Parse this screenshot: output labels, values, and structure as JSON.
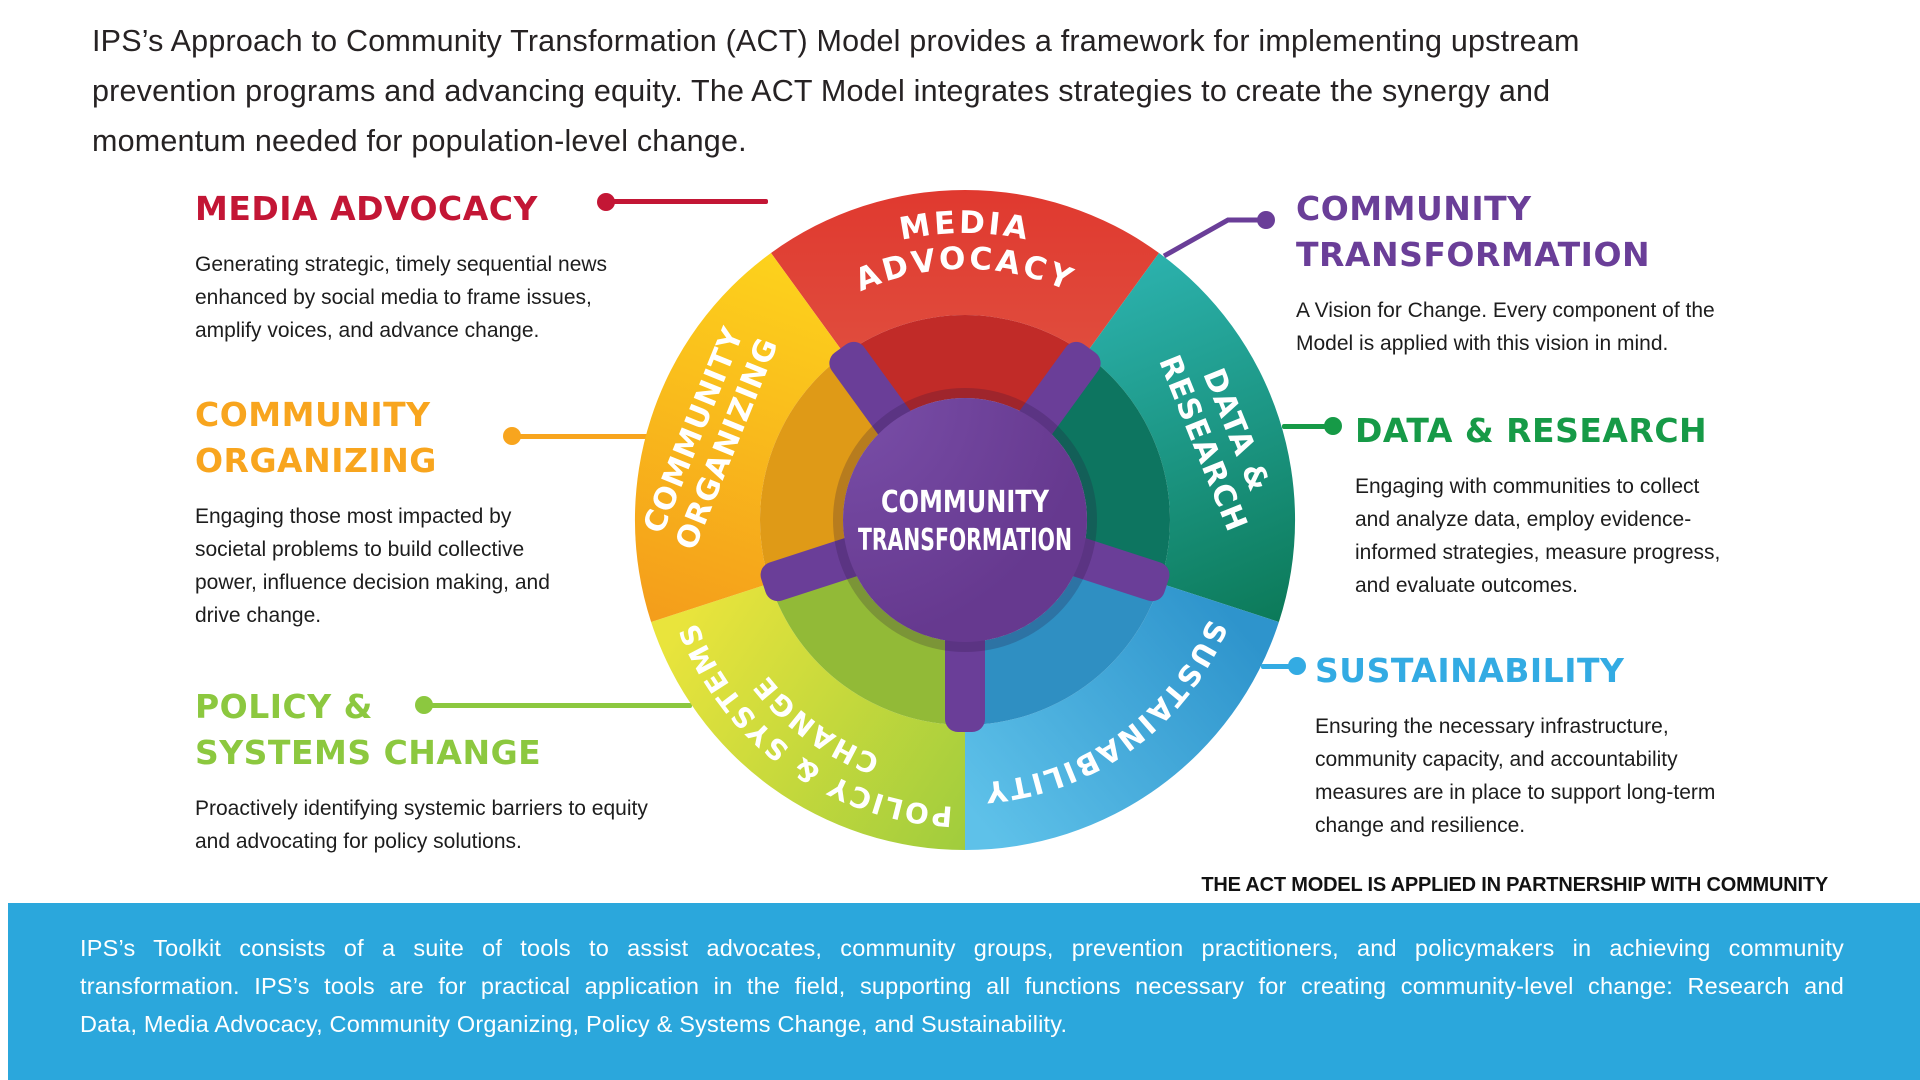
{
  "header": {
    "lines": [
      "IPS’s Approach to Community Transformation (ACT) Model provides a framework for implementing upstream",
      "prevention programs and advancing equity. The ACT Model integrates strategies to create the synergy and",
      "momentum needed for population-level change."
    ]
  },
  "wheel": {
    "center_label": {
      "line1": "COMMUNITY",
      "line2": "TRANSFORMATION"
    },
    "center_color": "#6A3E98",
    "segments": [
      {
        "name": "Media Advocacy",
        "label_lines": [
          "MEDIA",
          "ADVOCACY"
        ],
        "colors": [
          "#E6493E",
          "#D02A28"
        ]
      },
      {
        "name": "Data & Research",
        "label_line1": "DATA &",
        "label_line2": "RESEARCH",
        "colors": [
          "#2BB0AB",
          "#0C7A59"
        ]
      },
      {
        "name": "Sustainability",
        "label": "SUSTAINABILITY",
        "colors": [
          "#2E94CC",
          "#5EC1E9"
        ]
      },
      {
        "name": "Policy & Systems Change",
        "label_line1": "POLICY & SYSTEMS",
        "label_line2": "CHANGE",
        "colors": [
          "#9CCB3D",
          "#E9E43C"
        ]
      },
      {
        "name": "Community Organizing",
        "label_line1": "COMMUNITY",
        "label_line2": "ORGANIZING",
        "colors": [
          "#FDD31C",
          "#F49C1B"
        ]
      }
    ]
  },
  "callouts": {
    "media_advocacy": {
      "title": "MEDIA ADVOCACY",
      "color": "#C31635",
      "body_lines": [
        "Generating strategic, timely sequential news",
        "enhanced by social media to frame issues,",
        "amplify voices, and advance change."
      ]
    },
    "community_organizing": {
      "title_lines": [
        "COMMUNITY",
        "ORGANIZING"
      ],
      "color": "#F8A51E",
      "body_lines": [
        "Engaging those most impacted by",
        "societal problems to build collective",
        "power, influence decision making, and",
        "drive change."
      ]
    },
    "policy_systems_change": {
      "title_lines": [
        "POLICY &",
        "SYSTEMS CHANGE"
      ],
      "color": "#8CC83F",
      "body_lines": [
        "Proactively identifying systemic barriers to equity",
        "and advocating for policy solutions."
      ]
    },
    "community_transformation": {
      "title_lines": [
        "COMMUNITY",
        "TRANSFORMATION"
      ],
      "color": "#6A3E98",
      "body_lines": [
        "A Vision for Change. Every component of the",
        "Model is applied with this vision in mind."
      ]
    },
    "data_research": {
      "title": "DATA & RESEARCH",
      "color": "#169A47",
      "body_lines": [
        "Engaging with communities to collect",
        "and analyze data, employ evidence-",
        "informed strategies, measure progress,",
        "and evaluate outcomes."
      ]
    },
    "sustainability": {
      "title": "SUSTAINABILITY",
      "color": "#33ABE3",
      "body_lines": [
        "Ensuring the necessary infrastructure,",
        "community capacity, and accountability",
        "measures are in place to support long-term",
        "change and resilience."
      ]
    }
  },
  "partnership_note": "THE ACT MODEL IS APPLIED IN PARTNERSHIP WITH COMMUNITY",
  "footer": {
    "background": "#2BA7DC",
    "lines": [
      "IPS’s Toolkit consists of a suite of tools to assist advocates, community groups, prevention practitioners, and policymakers in achieving community",
      "transformation. IPS’s tools are for practical application in the field, supporting all functions necessary for creating community-level change: Research and",
      "Data, Media Advocacy, Community Organizing, Policy & Systems Change, and Sustainability."
    ]
  }
}
